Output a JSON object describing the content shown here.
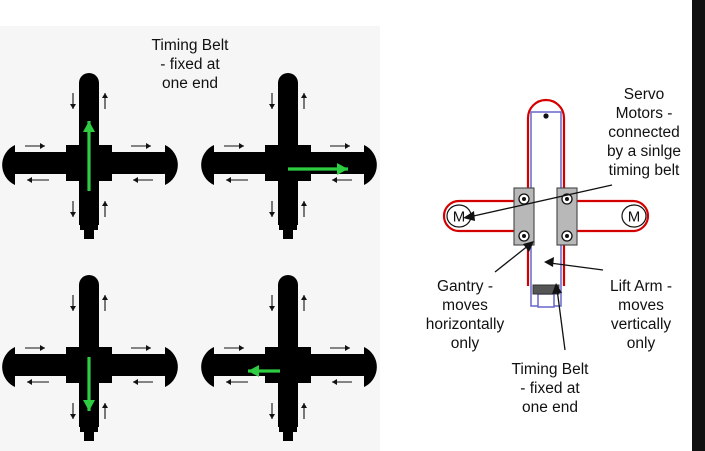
{
  "figure": {
    "timing_belt_label": "Timing Belt\n- fixed at\none end",
    "servo_motors_label": "Servo\nMotors -\nconnected\nby a sinlge\ntiming belt",
    "gantry_label": "Gantry -\nmoves\nhorizontally\nonly",
    "lift_arm_label": "Lift Arm -\nmoves\nvertically\nonly",
    "motor_symbol": "M"
  },
  "motion_examples": [
    {
      "name": "lift-arm-up",
      "arm_motion": "up"
    },
    {
      "name": "gantry-right",
      "arm_motion": "right"
    },
    {
      "name": "lift-arm-down",
      "arm_motion": "down"
    },
    {
      "name": "gantry-left",
      "arm_motion": "left"
    }
  ],
  "colors": {
    "belt": "#d40000",
    "motion_arrow": "#2ecc40",
    "lift_arm_outline": "#6666cc",
    "gantry_block": "#b8b8b8",
    "panel_background": "#f6f6f6"
  }
}
